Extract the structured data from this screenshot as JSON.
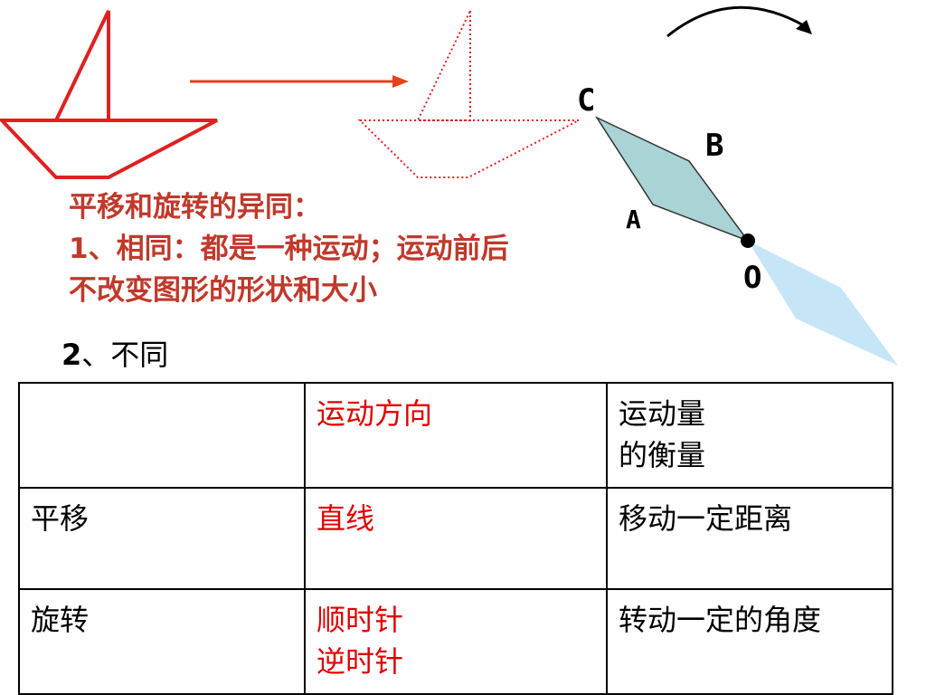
{
  "figure": {
    "labels": {
      "c": "C",
      "b": "B",
      "a": "A",
      "o": "O"
    },
    "colors": {
      "boat_red": "#e02020",
      "arrow_orange": "#e8401a",
      "shape_teal": "#a9d3d4",
      "shape_light_blue": "#c6e6f8",
      "heading_text": "#c0392b",
      "table_red": "#e00000"
    }
  },
  "heading": {
    "line1": "平移和旋转的异同：",
    "line2": "1、相同：都是一种运动；运动前后",
    "line3": "不改变图形的形状和大小"
  },
  "subheading": {
    "number": "2",
    "text": "、不同"
  },
  "table": {
    "header": [
      "",
      "运动方向",
      [
        "运动量",
        "的衡量"
      ]
    ],
    "rows": [
      {
        "name": "平移",
        "direction": [
          "直线"
        ],
        "measure": "移动一定距离"
      },
      {
        "name": "旋转",
        "direction": [
          "顺时针",
          "逆时针"
        ],
        "measure": "转动一定的角度"
      }
    ]
  }
}
